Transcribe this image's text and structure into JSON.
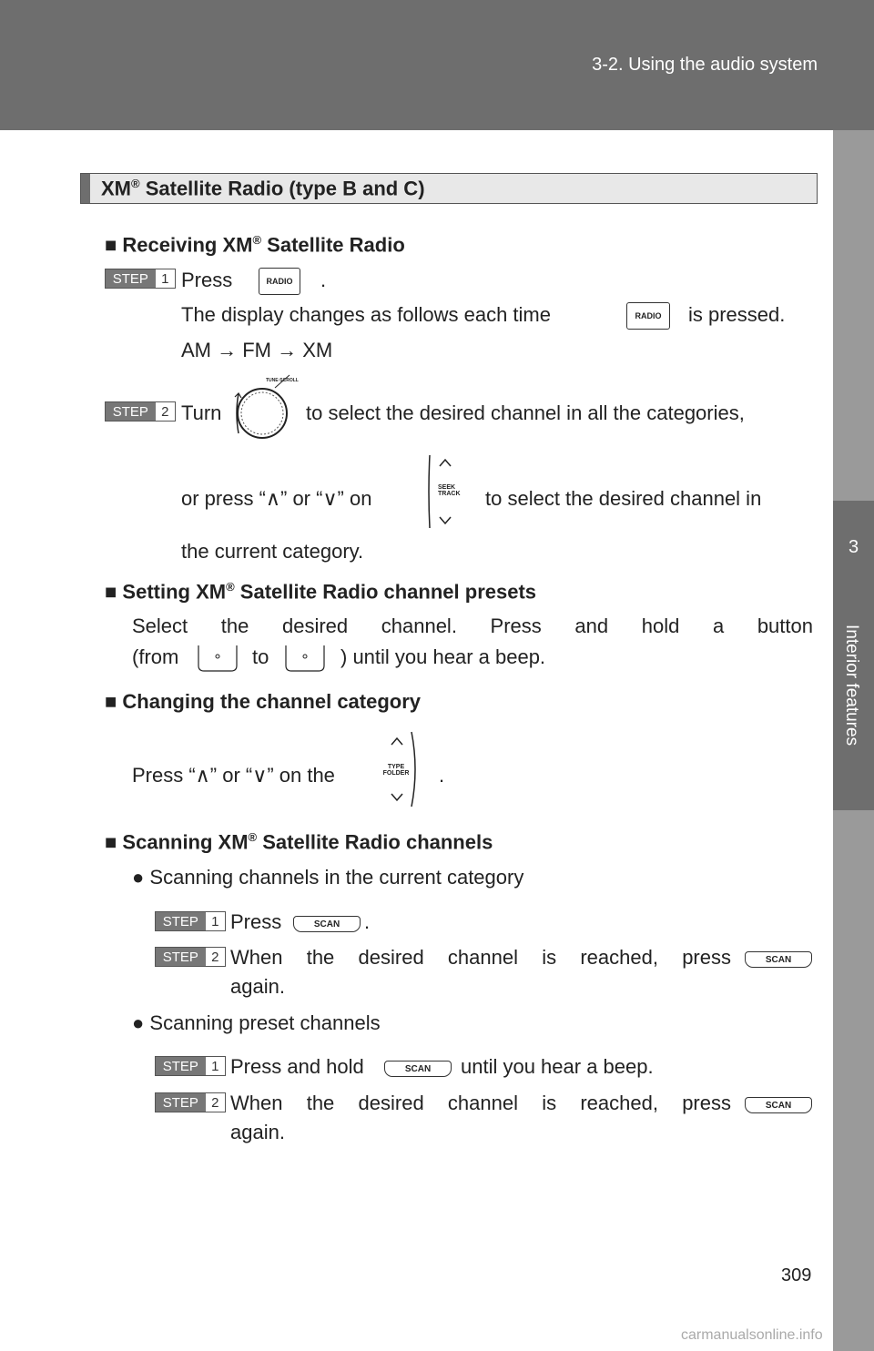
{
  "header": {
    "breadcrumb": "3-2. Using the audio system"
  },
  "side_tab": {
    "number": "3",
    "label": "Interior features"
  },
  "section": {
    "title": "XM",
    "title_rest": " Satellite Radio (type B and C)",
    "reg": "®"
  },
  "receiving": {
    "heading": "Receiving XM",
    "heading_rest": " Satellite Radio",
    "step1_press": "Press",
    "step1_period": ".",
    "step1_note_a": "The display changes as follows each time",
    "step1_note_b": "is pressed.",
    "sequence": "AM → FM → XM",
    "step2_turn": "Turn",
    "step2_text_a": "to select the desired channel in all the categories,",
    "step2_text_b": "or press “∧” or “∨” on",
    "step2_text_c": "to select the desired channel in",
    "step2_text_d": "the current category."
  },
  "presets": {
    "heading": "Setting XM",
    "heading_rest": " Satellite Radio channel presets",
    "line1": "Select the desired channel. Press and hold a button",
    "line2_a": "(from",
    "line2_b": "to",
    "line2_c": ") until you hear a beep."
  },
  "category": {
    "heading": "Changing the channel category",
    "text_a": "Press “∧” or “∨” on the",
    "text_b": "."
  },
  "scanning": {
    "heading": "Scanning XM",
    "heading_rest": " Satellite Radio channels",
    "bullet1": "Scanning channels in the current category",
    "b1_step1_a": "Press",
    "b1_step1_b": ".",
    "b1_step2_a": "When the desired channel is reached, press",
    "b1_step2_b": "again.",
    "bullet2": "Scanning preset channels",
    "b2_step1_a": "Press and hold",
    "b2_step1_b": "until you hear a beep.",
    "b2_step2_a": "When the desired channel is reached, press",
    "b2_step2_b": "again."
  },
  "labels": {
    "step": "STEP",
    "n1": "1",
    "n2": "2",
    "radio_btn": "RADIO",
    "scan_btn": "SCAN",
    "seek_btn": "SEEK TRACK",
    "type_btn": "TYPE FOLDER",
    "knob_label": "TUNE·SCROLL",
    "square": "■",
    "bullet": "●"
  },
  "page_number": "309",
  "watermark": "carmanualsonline.info"
}
